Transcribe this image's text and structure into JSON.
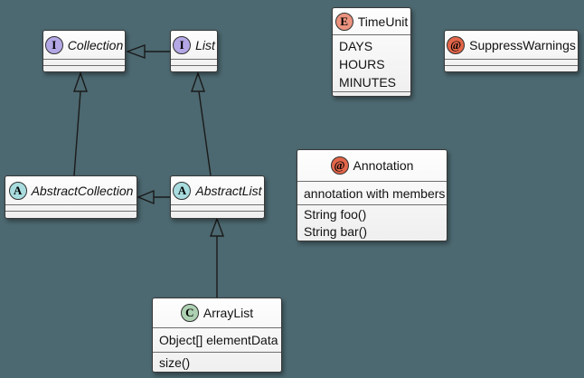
{
  "diagram": {
    "background": "#4C6870",
    "spot_colors": {
      "interface": "#B4A7E5",
      "abstract": "#A9DCDF",
      "class": "#ADD1B2",
      "enum": "#EB937F",
      "annotation": "#E3664A"
    },
    "nodes": {
      "collection": {
        "kind": "interface",
        "spot": "I",
        "name": "Collection"
      },
      "list": {
        "kind": "interface",
        "spot": "I",
        "name": "List"
      },
      "timeunit": {
        "kind": "enum",
        "spot": "E",
        "name": "TimeUnit",
        "values": [
          "DAYS",
          "HOURS",
          "MINUTES"
        ]
      },
      "suppresswarnings": {
        "kind": "annotation",
        "spot": "@",
        "name": "SuppressWarnings"
      },
      "abstractcollection": {
        "kind": "abstract",
        "spot": "A",
        "name": "AbstractCollection"
      },
      "abstractlist": {
        "kind": "abstract",
        "spot": "A",
        "name": "AbstractList"
      },
      "annotation": {
        "kind": "annotation",
        "spot": "@",
        "name": "Annotation",
        "fields": [
          "annotation with members"
        ],
        "methods": [
          "String foo()",
          "String bar()"
        ]
      },
      "arraylist": {
        "kind": "class",
        "spot": "C",
        "name": "ArrayList",
        "fields": [
          "Object[] elementData"
        ],
        "methods": [
          "size()"
        ]
      }
    },
    "edges": [
      {
        "from": "List",
        "to": "Collection",
        "type": "inheritance"
      },
      {
        "from": "AbstractCollection",
        "to": "Collection",
        "type": "inheritance"
      },
      {
        "from": "AbstractList",
        "to": "List",
        "type": "inheritance"
      },
      {
        "from": "AbstractList",
        "to": "AbstractCollection",
        "type": "inheritance"
      },
      {
        "from": "ArrayList",
        "to": "AbstractList",
        "type": "inheritance"
      }
    ]
  }
}
